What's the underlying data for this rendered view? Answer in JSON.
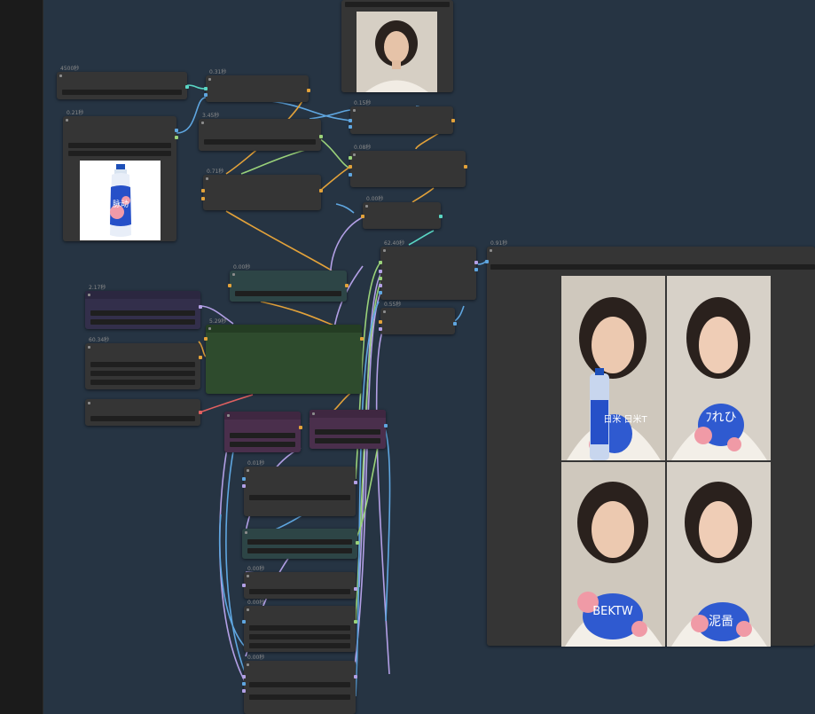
{
  "app": {
    "name": "ComfyUI-style node editor"
  },
  "nodes": {
    "n1": {
      "title": "4500秒"
    },
    "n2": {
      "title": "0.31秒"
    },
    "n3": {
      "title": "0.21秒"
    },
    "n4": {
      "title": "3.45秒"
    },
    "n5": {
      "title": "0.15秒"
    },
    "n6": {
      "title": "0.08秒"
    },
    "n7": {
      "title": "0.71秒"
    },
    "n8": {
      "title": "0.00秒"
    },
    "n9": {
      "title": "2.17秒"
    },
    "n10": {
      "title": "5.29秒"
    },
    "n11": {
      "title": "62.40秒"
    },
    "n12": {
      "title": "0.91秒"
    },
    "n13": {
      "title": "60.34秒"
    },
    "n14": {
      "title": "0.55秒"
    },
    "n15": {
      "title": "0.00秒"
    },
    "n16": {
      "title": "0.01秒"
    },
    "n17": {
      "title": "0.00秒"
    },
    "n18": {
      "title": "0.00秒"
    },
    "n19": {
      "title": "0.00秒"
    }
  },
  "images": {
    "bottle_text": "脉动",
    "output_shirt_texts": [
      "日米 日米T",
      "ﾌれひ",
      "BEKTW",
      "泥啚"
    ]
  },
  "colors": {
    "canvas": "#263443",
    "node": "#353535",
    "wire_orange": "#e3a23a",
    "wire_blue": "#5fa6e0",
    "wire_green": "#9ad27a",
    "wire_lavender": "#b3a0e6",
    "wire_teal": "#5ad6c4",
    "wire_red": "#e06060"
  }
}
